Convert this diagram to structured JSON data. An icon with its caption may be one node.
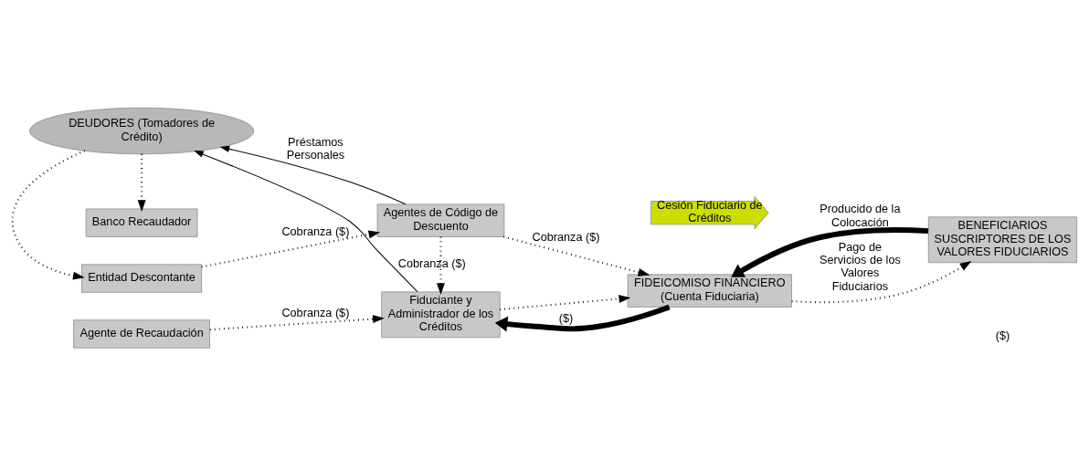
{
  "diagram": {
    "nodes": [
      {
        "text": [
          "Entidad Descontante"
        ]
      },
      {
        "text": [
          "DEUDORES (Tomadores de Crédito)"
        ]
      },
      {
        "text": [
          "Banco Recaudador"
        ]
      },
      {
        "text": [
          "Agente de Recaudación"
        ]
      },
      {
        "text": [
          "Agentes de Código de Descuento"
        ]
      },
      {
        "text": [
          "Fiduciante y Administrador de los Créditos"
        ]
      },
      {
        "text": [
          "FIDEICOMISO FINANCIERO (Cuenta Fiduciaria)"
        ]
      },
      {
        "text": [
          "BENEFICIARIOS SUSCRIPTORES DE LOS VALORES FIDUCIARIOS"
        ]
      },
      {
        "text": [
          "Cesión Fiduciario de Créditos"
        ]
      }
    ],
    "edges": [
      {
        "from": 1,
        "to": 0,
        "arrow": "to",
        "style": "dashed"
      },
      {
        "from": 1,
        "to": 2,
        "arrow": "to",
        "style": "dashed"
      },
      {
        "from": 0,
        "to": 4,
        "arrow": "to",
        "style": "dashed",
        "label": "Cobranza ($)"
      },
      {
        "from": 3,
        "to": 5,
        "arrow": "to",
        "style": "dashed",
        "label": "Cobranza ($)"
      },
      {
        "from": 4,
        "to": 1,
        "arrow": "to",
        "label": "Préstamos Personales"
      },
      {
        "from": 4,
        "to": 5,
        "arrow": "to",
        "style": "dashed",
        "label": "Cobranza ($)"
      },
      {
        "from": 4,
        "to": 6,
        "arrow": "to",
        "style": "dashed",
        "label": "Cobranza ($)"
      },
      {
        "from": 5,
        "to": 1,
        "arrow": "to"
      },
      {
        "from": 5,
        "to": 6,
        "arrow": "to",
        "style": "dashed"
      },
      {
        "from": 6,
        "to": 5,
        "arrow": "to",
        "style": "thick",
        "label": "($)"
      },
      {
        "from": 6,
        "to": 7,
        "arrow": "to",
        "style": "dashed",
        "label": "Pago de Servicios de los Valores Fiduciarios"
      },
      {
        "from": 7,
        "to": 6,
        "arrow": "to",
        "style": "thick",
        "label": "Producido de la Colocación"
      }
    ],
    "labels": [
      "($)"
    ]
  }
}
